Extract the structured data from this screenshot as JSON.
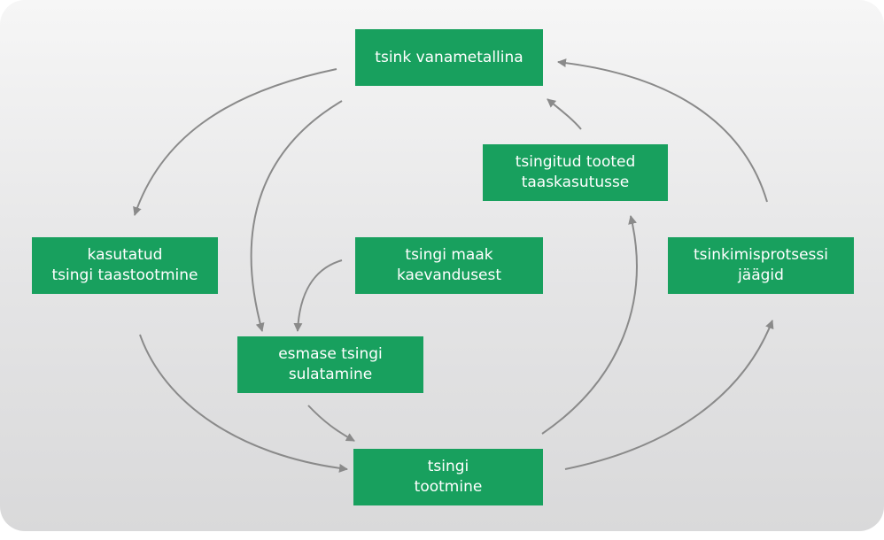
{
  "diagram": {
    "nodes": {
      "scrap": {
        "lines": [
          "tsink vanametallina"
        ]
      },
      "recycled_products": {
        "lines": [
          "tsingitud tooted",
          "taaskasutusse"
        ]
      },
      "used_zinc_recovery": {
        "lines": [
          "kasutatud",
          "tsingi taastootmine"
        ]
      },
      "zinc_ore": {
        "lines": [
          "tsingi maak",
          "kaevandusest"
        ]
      },
      "galvanizing_residues": {
        "lines": [
          "tsinkimisprotsessi",
          "jäägid"
        ]
      },
      "primary_smelting": {
        "lines": [
          "esmase tsingi",
          "sulatamine"
        ]
      },
      "zinc_production": {
        "lines": [
          "tsingi",
          "tootmine"
        ]
      }
    },
    "colors": {
      "node": "#18a05e",
      "arrow": "#8a8a8a"
    }
  }
}
